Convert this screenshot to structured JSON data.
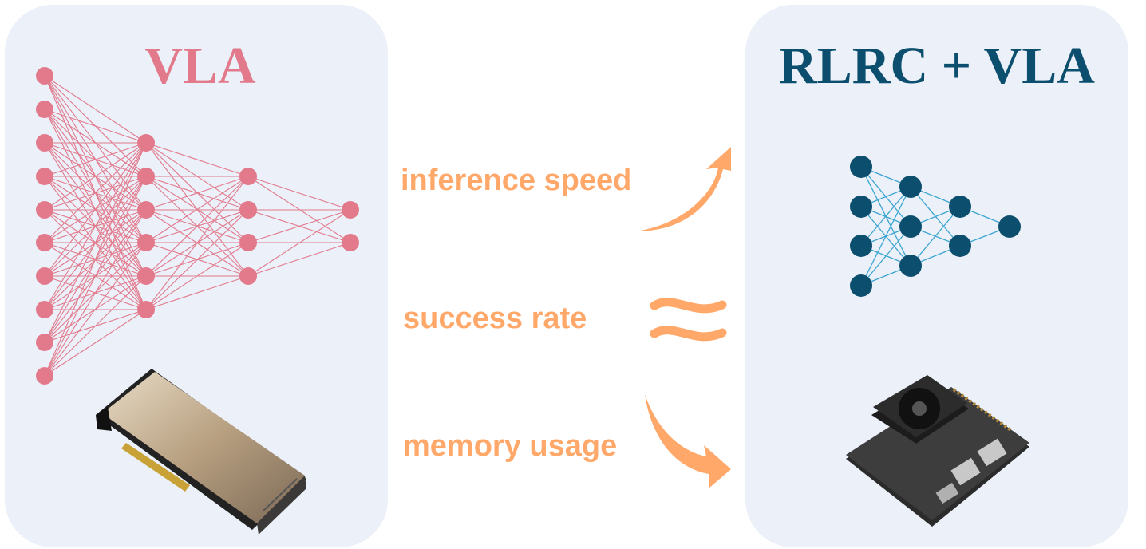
{
  "colors": {
    "panel_bg": "#ebf0f9",
    "vla_pink": "#e27a8c",
    "rlrc_blue": "#0c4e6e",
    "edge_blue": "#3aa5d0",
    "accent_orange": "#ffa86a"
  },
  "left": {
    "title": "VLA",
    "hardware": "gpu-card-image"
  },
  "right": {
    "title": "RLRC + VLA",
    "hardware": "jetson-board-image"
  },
  "metrics": [
    {
      "label": "inference speed",
      "indicator": "arrow-up-icon"
    },
    {
      "label": "success rate",
      "indicator": "approx-equal-icon"
    },
    {
      "label": "memory usage",
      "indicator": "arrow-down-icon"
    }
  ]
}
